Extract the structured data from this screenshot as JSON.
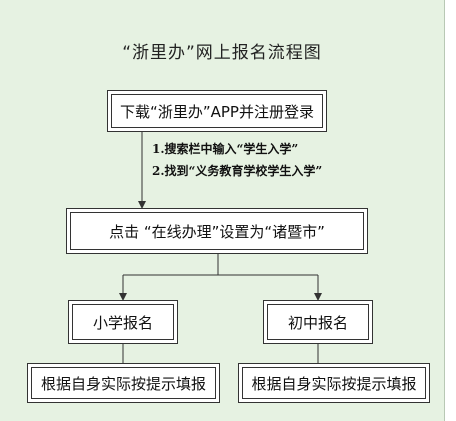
{
  "title": "“浙里办”网上报名流程图",
  "steps": {
    "download": "下载“浙里办”APP并注册登录",
    "search_note_1": "1.搜索栏中输入“学生入学”",
    "search_note_2": "2.找到“义务教育学校学生入学”",
    "select_city": "点击 “在线办理”设置为“诸暨市”",
    "primary_school": "小学报名",
    "middle_school": "初中报名",
    "fill_left": "根据自身实际按提示填报",
    "fill_right": "根据自身实际按提示填报"
  },
  "colors": {
    "background_green": "#e6f2e2",
    "box_border": "#333333",
    "line": "#333333"
  }
}
